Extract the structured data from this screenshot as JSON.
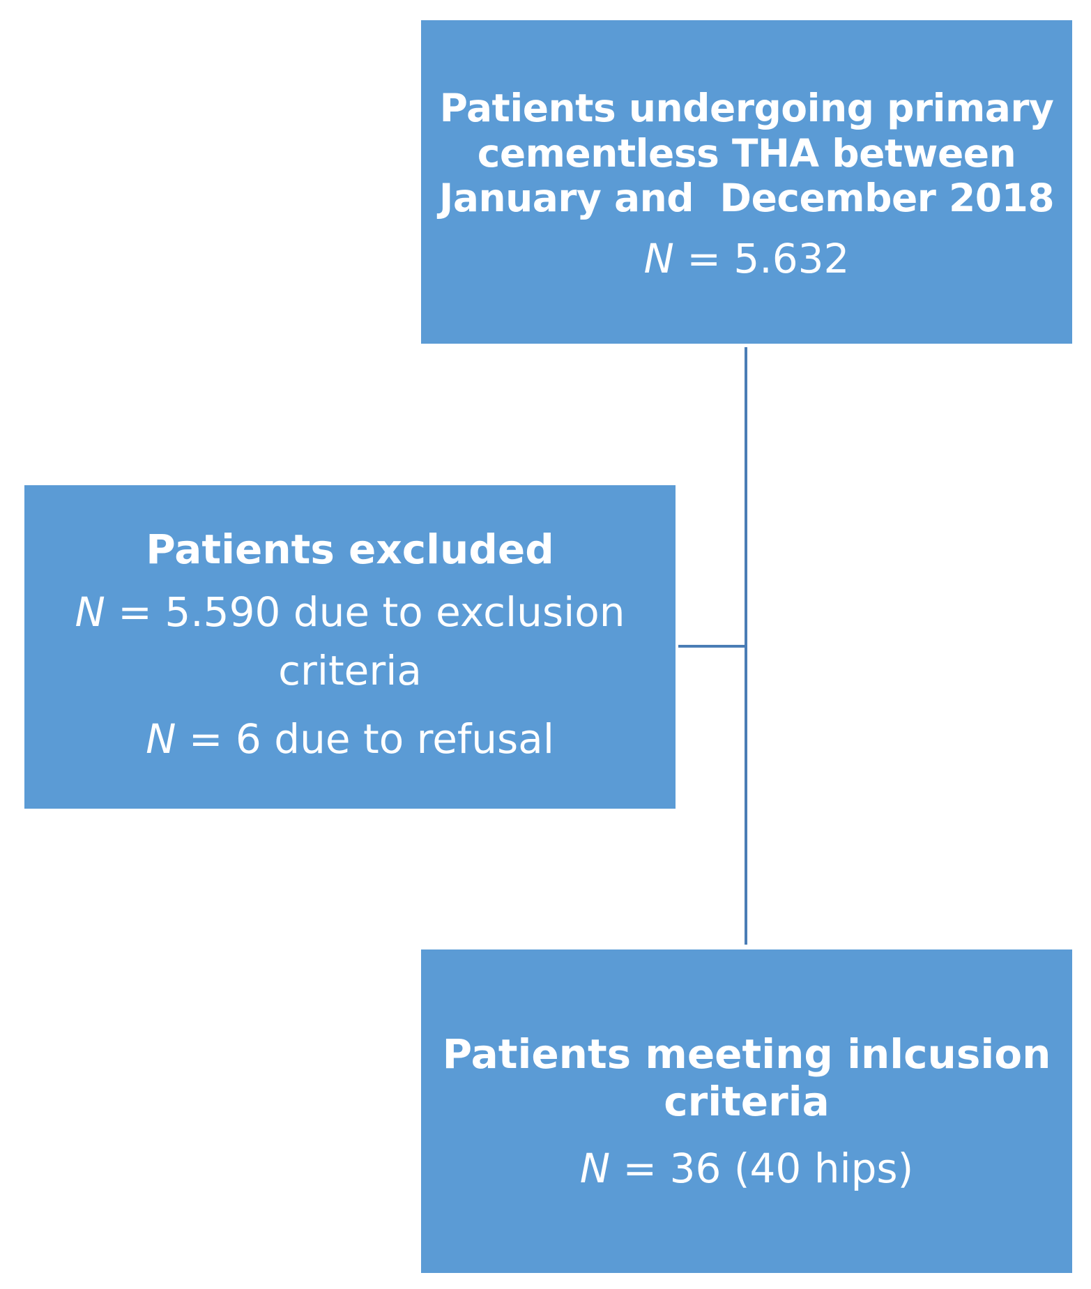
{
  "top_box": {
    "title_lines": [
      "Patients undergoing primary",
      "cementless THA between",
      "January and  December 2018"
    ],
    "n_symbol": "N",
    "count_text": " = 5.632"
  },
  "excluded_box": {
    "title": "Patients excluded",
    "n_symbol": "N",
    "criteria_line1": " = 5.590 due to exclusion",
    "criteria_line2": "criteria",
    "refusal_text": " = 6 due to refusal"
  },
  "included_box": {
    "title_lines": [
      "Patients meeting inlcusion",
      "criteria"
    ],
    "n_symbol": "N",
    "count_text": " = 36 (40 hips)"
  },
  "colors": {
    "box_fill": "#5b9bd5",
    "connector": "#4a7db5",
    "text": "#ffffff"
  }
}
